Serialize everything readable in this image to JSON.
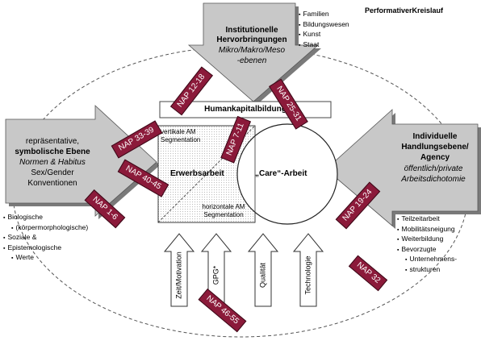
{
  "title": "PerformativerKreislauf",
  "top_box": {
    "title_line1": "Institutionelle",
    "title_line2": "Hervorbringungen",
    "sub_line1": "Mikro/Makro/Meso",
    "sub_line2": "-ebenen"
  },
  "top_list": [
    "Familien",
    "Bildungswesen",
    "Kunst",
    "Staat"
  ],
  "humankapital": "Humankapitalbildung",
  "left_box": {
    "line1": "repräsentative,",
    "line2": "symbolische Ebene",
    "line3": "Normen & Habitus",
    "line4": "Sex/Gender",
    "line5": "Konventionen"
  },
  "left_list": [
    "Biologische",
    "(körpermorphologische)",
    "Soziale &",
    "Epistemologische",
    "Werte"
  ],
  "right_box": {
    "line1": "Individuelle",
    "line2": "Handlungsebene/",
    "line3": "Agency",
    "line4": "öffentlich/private",
    "line5": "Arbeitsdichotomie"
  },
  "right_list": [
    "Teilzeitarbeit",
    "Mobilitätsneigung",
    "Weiterbildung",
    "Bevorzugte",
    "Unternehmens-",
    "strukturen"
  ],
  "center": {
    "vertical_label": "vertikale AM Segmentation",
    "horizontal_label": "horizontale AM Segmentation",
    "erwerbsarbeit": "Erwerbsarbeit",
    "care": "„Care“-Arbeit"
  },
  "bottom_arrows": [
    "Zeit/Motivation",
    "GPG*",
    "Qualität",
    "Technologie"
  ],
  "nap_labels": [
    "NAP 12-18",
    "NAP 25-31",
    "NAP 7-11",
    "NAP 33-39",
    "NAP 40-45",
    "NAP 1-6",
    "NAP 19-24",
    "NAP 32",
    "NAP 46-55"
  ],
  "colors": {
    "nap_fill": "#8b1a3a",
    "box_fill": "#c8c8c8",
    "box_shadow": "#7a7a7a"
  }
}
